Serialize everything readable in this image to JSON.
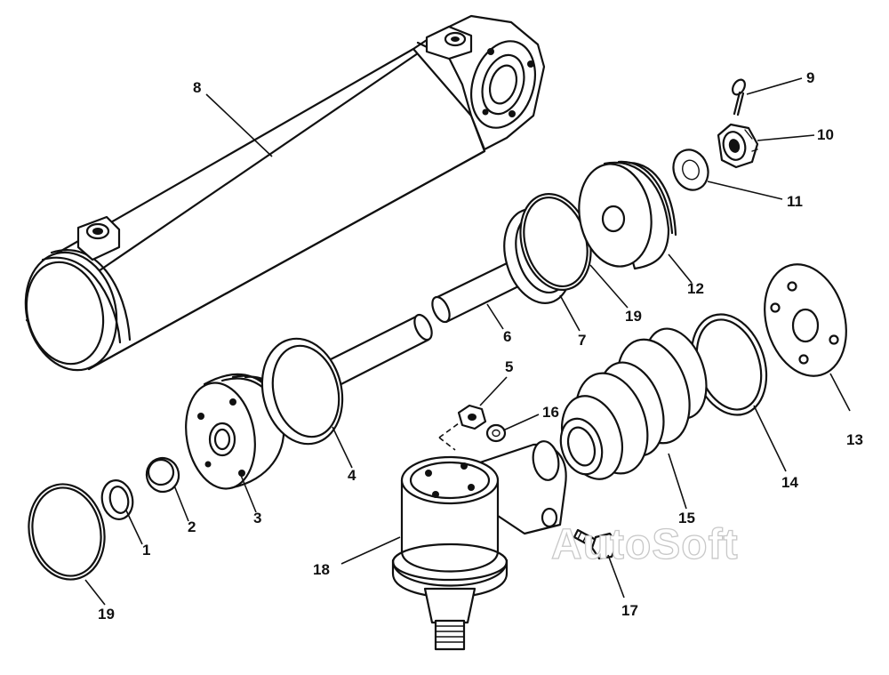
{
  "diagram": {
    "type": "exploded-parts-view",
    "callouts": [
      {
        "id": "c1",
        "label": "1"
      },
      {
        "id": "c2",
        "label": "2"
      },
      {
        "id": "c3",
        "label": "3"
      },
      {
        "id": "c4",
        "label": "4"
      },
      {
        "id": "c5",
        "label": "5"
      },
      {
        "id": "c6",
        "label": "6"
      },
      {
        "id": "c7",
        "label": "7"
      },
      {
        "id": "c8",
        "label": "8"
      },
      {
        "id": "c9",
        "label": "9"
      },
      {
        "id": "c10",
        "label": "10"
      },
      {
        "id": "c11",
        "label": "11"
      },
      {
        "id": "c12",
        "label": "12"
      },
      {
        "id": "c13",
        "label": "13"
      },
      {
        "id": "c14",
        "label": "14"
      },
      {
        "id": "c15",
        "label": "15"
      },
      {
        "id": "c16",
        "label": "16"
      },
      {
        "id": "c17",
        "label": "17"
      },
      {
        "id": "c18",
        "label": "18"
      },
      {
        "id": "c19a",
        "label": "19"
      },
      {
        "id": "c19b",
        "label": "19"
      }
    ]
  },
  "watermark": {
    "text": "AutoSoft"
  }
}
